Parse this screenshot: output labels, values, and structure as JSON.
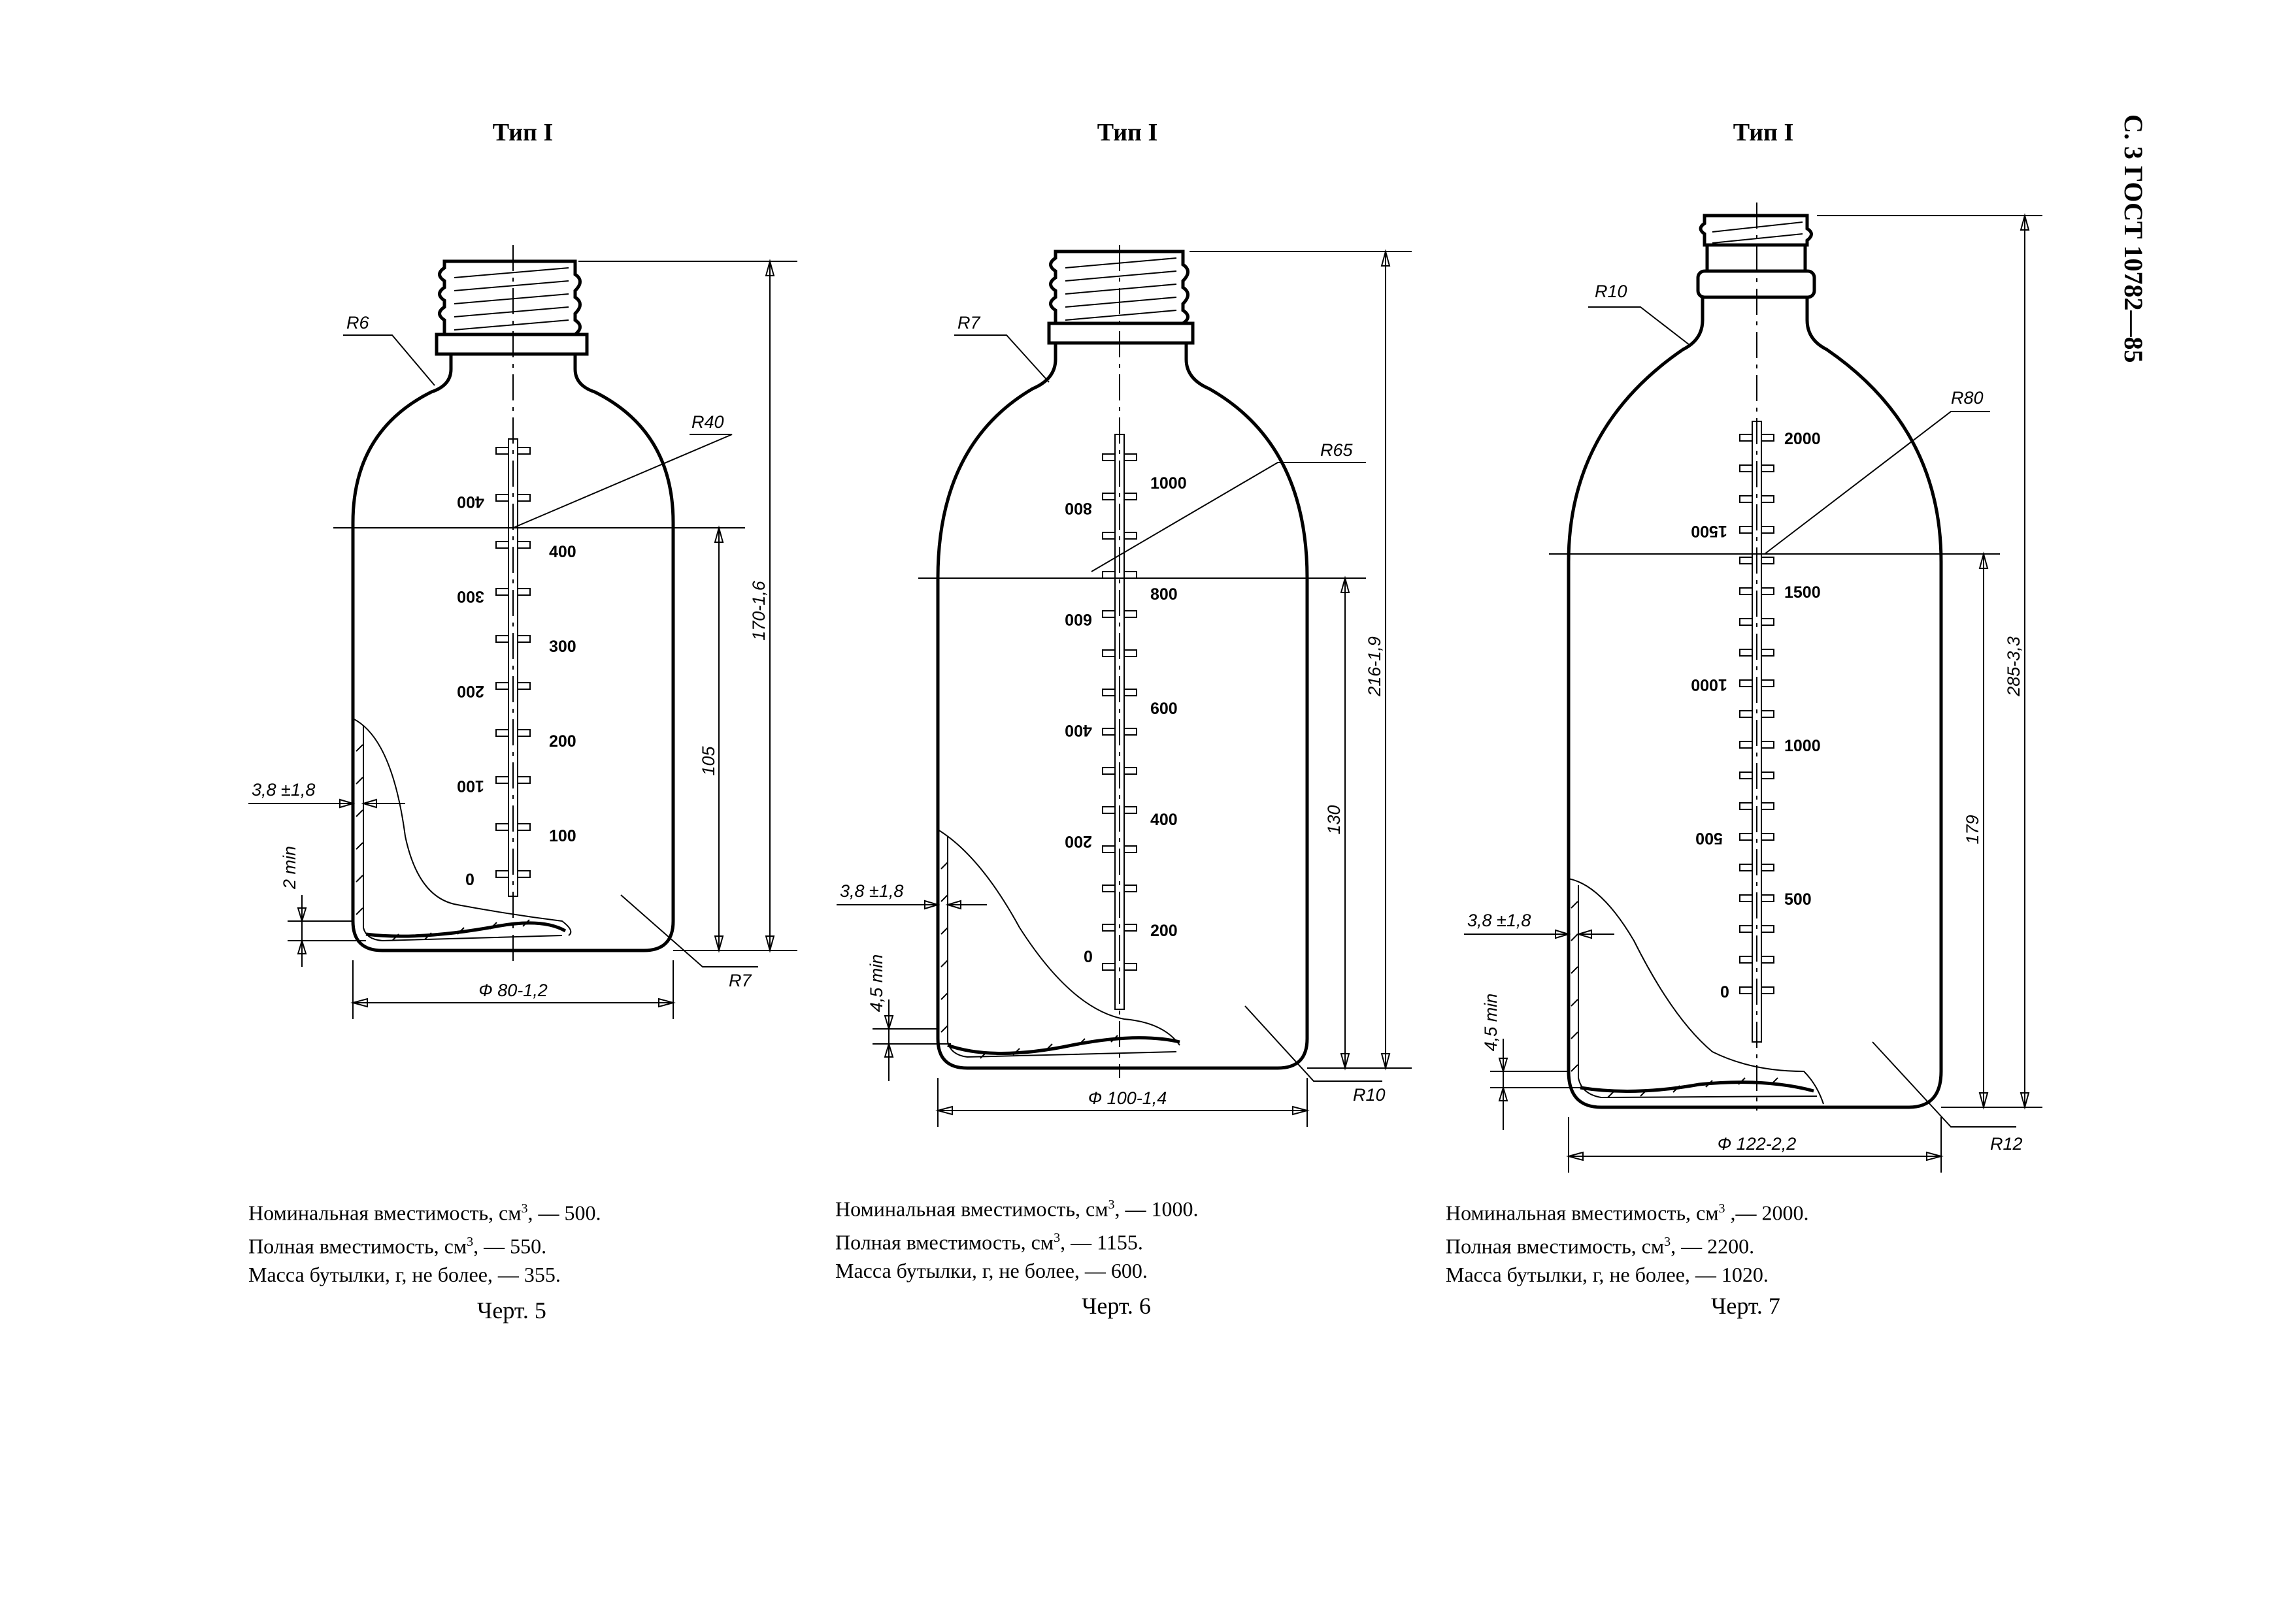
{
  "header": "С. 3 ГОСТ 10782—85",
  "bottles": [
    {
      "type_label": "Тип I",
      "dims": {
        "radius_shoulder": "R6",
        "radius_body": "R40",
        "radius_base": "R7",
        "height_total": "170-1,6",
        "height_part": "105",
        "diameter": "Ф 80-1,2",
        "wall": "3,8 ±1,8",
        "bottom": "2 min"
      },
      "grad_right": [
        "400",
        "300",
        "200",
        "100"
      ],
      "grad_left": [
        "400",
        "300",
        "200",
        "100",
        "0"
      ],
      "caption": {
        "nominal_prefix": "Номинальная вместимость, см",
        "nominal_value": ", — 500.",
        "full_prefix": "Полная вместимость, см",
        "full_value": ", — 550.",
        "mass": "Масса бутылки, г, не более, — 355."
      },
      "figure": "Черт. 5"
    },
    {
      "type_label": "Тип I",
      "dims": {
        "radius_shoulder": "R7",
        "radius_body": "R65",
        "radius_base": "R10",
        "height_total": "216-1,9",
        "height_part": "130",
        "diameter": "Ф 100-1,4",
        "wall": "3,8 ±1,8",
        "bottom": "4,5 min"
      },
      "grad_right": [
        "1000",
        "800",
        "600",
        "400",
        "200"
      ],
      "grad_left": [
        "800",
        "600",
        "400",
        "200",
        "0"
      ],
      "caption": {
        "nominal_prefix": "Номинальная вместимость, см",
        "nominal_value": ", — 1000.",
        "full_prefix": "Полная вместимость, см",
        "full_value": ", — 1155.",
        "mass": "Масса бутылки, г, не более, — 600."
      },
      "figure": "Черт. 6"
    },
    {
      "type_label": "Тип I",
      "dims": {
        "radius_shoulder": "R10",
        "radius_body": "R80",
        "radius_base": "R12",
        "height_total": "285-3,3",
        "height_part": "179",
        "diameter": "Ф 122-2,2",
        "wall": "3,8 ±1,8",
        "bottom": "4,5 min"
      },
      "grad_right": [
        "2000",
        "1500",
        "1000",
        "500"
      ],
      "grad_left": [
        "1500",
        "1000",
        "500",
        "0"
      ],
      "caption": {
        "nominal_prefix": "Номинальная вместимость, см",
        "nominal_value": " ,— 2000.",
        "full_prefix": "Полная вместимость, см",
        "full_value": ", — 2200.",
        "mass": "Масса бутылки, г, не более, — 1020."
      },
      "figure": "Черт. 7"
    }
  ]
}
